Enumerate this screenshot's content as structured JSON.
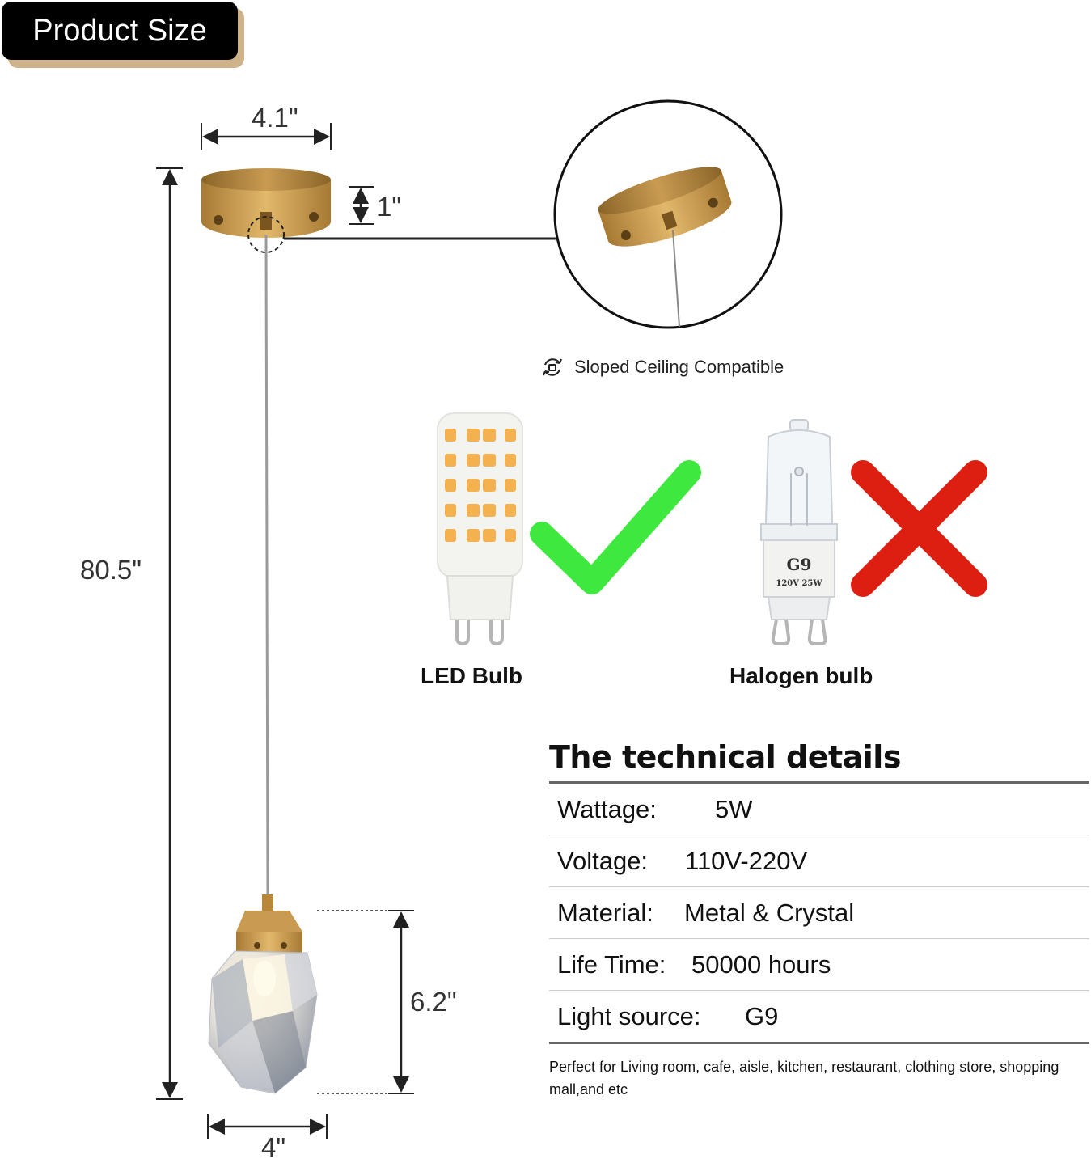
{
  "badge": {
    "label": "Product Size"
  },
  "dimensions": {
    "canopy_width": "4.1\"",
    "canopy_height": "1\"",
    "total_height": "80.5\"",
    "shade_height": "6.2\"",
    "shade_width": "4\""
  },
  "sloped_ceiling": {
    "icon": "rotate-icon",
    "label": "Sloped Ceiling Compatible"
  },
  "bulbs": {
    "led": {
      "label": "LED Bulb",
      "status_icon": "check-icon",
      "status_color": "#3ee83e"
    },
    "halogen": {
      "label": "Halogen bulb",
      "status_icon": "x-icon",
      "status_color": "#dc1f10",
      "print_type": "G9",
      "print_rating": "120V 25W"
    }
  },
  "tech": {
    "title": "The technical details",
    "rows": [
      {
        "key": "Wattage:",
        "value": "5W"
      },
      {
        "key": "Voltage:",
        "value": "110V-220V"
      },
      {
        "key": "Material:",
        "value": "Metal & Crystal"
      },
      {
        "key": "Life Time:",
        "value": "50000 hours"
      },
      {
        "key": "Light source:",
        "value": "G9"
      }
    ],
    "note": "Perfect for Living room, cafe, aisle, kitchen, restaurant, clothing store, shopping mall,and etc"
  },
  "colors": {
    "brass": "#b8873a",
    "badge_bg": "#000000",
    "badge_shadow": "#cdb28a"
  }
}
